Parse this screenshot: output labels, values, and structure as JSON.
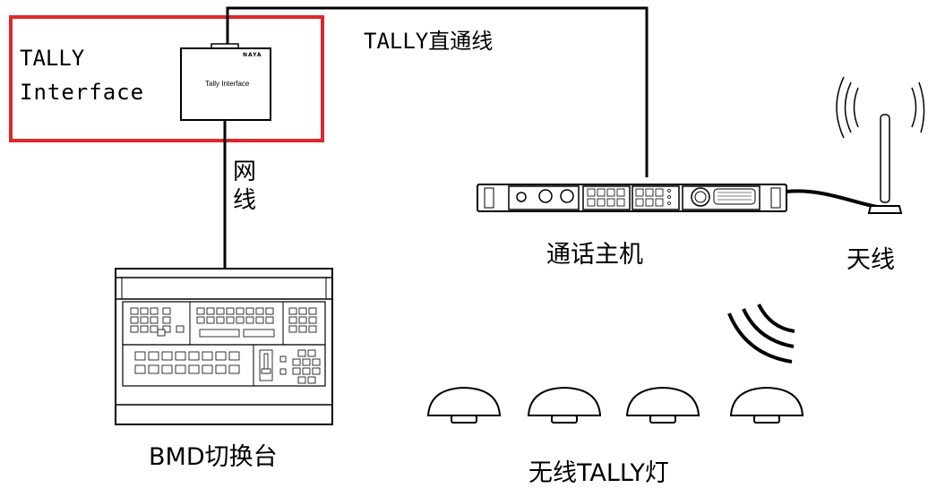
{
  "labels": {
    "tally_line1": "TALLY",
    "tally_line2": "Interface",
    "direct_line": "TALLY直通线",
    "network_cable": "网线",
    "intercom_host": "通话主机",
    "antenna": "天线",
    "switcher": "BMD切换台",
    "wireless_tally": "无线TALLY灯"
  },
  "device": {
    "brand": "NAYA",
    "name": "Tally Interface"
  },
  "colors": {
    "highlight_box": "#e0262d",
    "line": "#000000"
  }
}
